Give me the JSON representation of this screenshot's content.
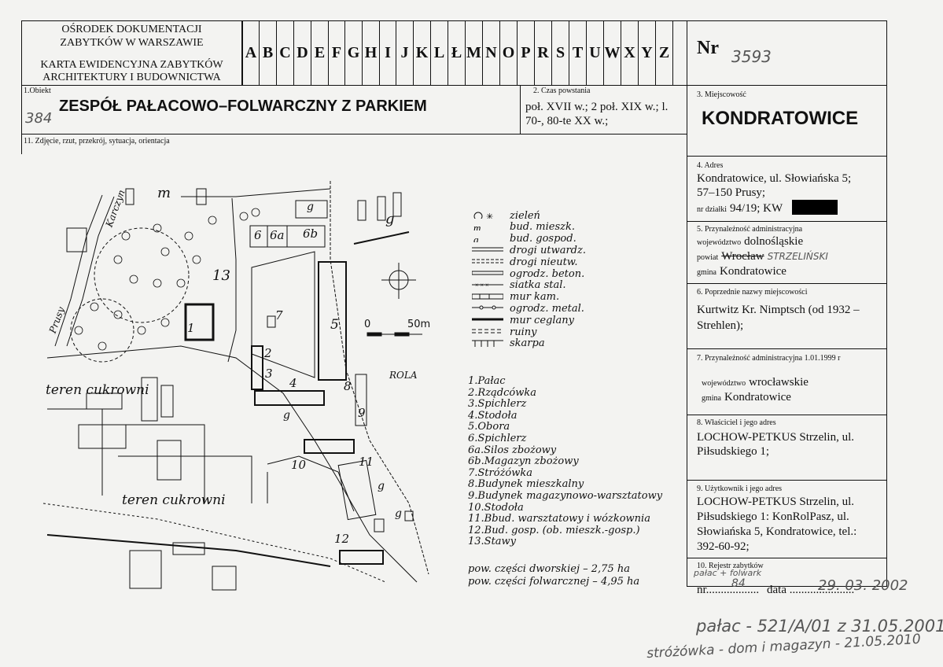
{
  "header": {
    "org": [
      "OŚRODEK DOKUMENTACJI",
      "ZABYTKÓW W WARSZAWIE"
    ],
    "card_title": [
      "KARTA EWIDENCYJNA ZABYTKÓW",
      "ARCHITEKTURY I BUDOWNICTWA"
    ],
    "letters": [
      "A",
      "B",
      "C",
      "D",
      "E",
      "F",
      "G",
      "H",
      "I",
      "J",
      "K",
      "L",
      "Ł",
      "M",
      "N",
      "O",
      "P",
      "R",
      "S",
      "T",
      "U",
      "W",
      "X",
      "Y",
      "Z"
    ],
    "nr_label": "Nr",
    "nr_value": "3593"
  },
  "object": {
    "label": "1.Obiekt",
    "value": "ZESPÓŁ PAŁACOWO–FOLWARCZNY Z PARKIEM",
    "margin_note": "384"
  },
  "time": {
    "label": "2. Czas powstania",
    "value_line1": "poł. XVII w.; 2 poł. XIX w.; l.",
    "value_line2": "70-, 80-te XX w.;"
  },
  "place": {
    "label": "3. Miejscowość",
    "value": "KONDRATOWICE"
  },
  "photo_label": "11. Zdjęcie, rzut, przekrój, sytuacja, orientacja",
  "address": {
    "label": "4. Adres",
    "line1": "Kondratowice, ul. Słowiańska 5;",
    "line2": "57–150 Prusy;",
    "plot_label": "nr działki",
    "plot_value": "94/19; KW"
  },
  "admin": {
    "label": "5. Przynależność administracyjna",
    "voiv_label": "województwo",
    "voiv": "dolnośląskie",
    "powiat_label": "powiat",
    "powiat": "Wrocław",
    "powiat_hand": "STRZELIŃSKI",
    "gmina_label": "gmina",
    "gmina": "Kondratowice"
  },
  "prev_names": {
    "label": "6. Poprzednie nazwy miejscowości",
    "line1": "Kurtwitz Kr. Nimptsch (od 1932 –",
    "line2": "Strehlen);"
  },
  "admin1999": {
    "label": "7. Przynależność administracyjna 1.01.1999 r",
    "voiv_label": "województwo",
    "voiv": "wrocławskie",
    "gmina_label": "gmina",
    "gmina": "Kondratowice"
  },
  "owner": {
    "label": "8. Właściciel i jego adres",
    "line1": "LOCHOW-PETKUS Strzelin, ul.",
    "line2": "Piłsudskiego 1;"
  },
  "user": {
    "label": "9. Użytkownik i jego adres",
    "line1": "LOCHOW-PETKUS Strzelin, ul.",
    "line2": "Piłsudskiego 1: KonRolPasz, ul.",
    "line3": "Słowiańska 5, Kondratowice, tel.:",
    "line4": "392-60-92;"
  },
  "register": {
    "label": "10. Rejestr zabytków",
    "hand_top": "pałac + folwark",
    "nr_text": "nr..................",
    "nr_hand": "84",
    "data_text": "data ......................",
    "data_hand": "29. 03. 2002"
  },
  "bottom_notes": {
    "line1": "pałac - 521/A/01 z 31.05.2001",
    "line2": "stróżówka - dom i magazyn - 21.05.2010"
  },
  "map": {
    "labels": {
      "m": "m",
      "g": "g",
      "park": "13",
      "karczyn": "Karczyn",
      "prusy": "Prusy",
      "teren1": "teren cukrowni",
      "teren2": "teren cukrowni",
      "rola": "ROLA",
      "scale0": "0",
      "scale50": "50m"
    },
    "building_numbers": [
      "1",
      "2",
      "3",
      "4",
      "5",
      "6",
      "6a",
      "6b",
      "7",
      "8",
      "9",
      "10",
      "11",
      "12"
    ]
  },
  "legend": [
    {
      "sym": "tree",
      "text": "zieleń"
    },
    {
      "sym": "m",
      "text": "bud. mieszk."
    },
    {
      "sym": "g",
      "text": "bud. gospod."
    },
    {
      "sym": "solid2",
      "text": "drogi utwardz."
    },
    {
      "sym": "dash2",
      "text": "drogi nieutw."
    },
    {
      "sym": "double",
      "text": "ogrodz. beton."
    },
    {
      "sym": "xline",
      "text": "siatka stal."
    },
    {
      "sym": "brick",
      "text": "mur kam."
    },
    {
      "sym": "oline",
      "text": "ogrodz. metal."
    },
    {
      "sym": "thick",
      "text": "mur ceglany"
    },
    {
      "sym": "dashdouble",
      "text": "ruiny"
    },
    {
      "sym": "comb",
      "text": "skarpa"
    }
  ],
  "building_list": [
    "1.Pałac",
    "2.Rządcówka",
    "3.Spichlerz",
    "4.Stodoła",
    "5.Obora",
    "6.Spichlerz",
    "6a.Silos zbożowy",
    "6b.Magazyn zbożowy",
    "7.Stróżówka",
    "8.Budynek mieszkalny",
    "9.Budynek magazynowo-warsztatowy",
    "10.Stodoła",
    "11.Bbud. warsztatowy i wózkownia",
    "12.Bud. gosp. (ob. mieszk.-gosp.)",
    "13.Stawy"
  ],
  "areas": [
    "pow. części dworskiej – 2,75 ha",
    "pow. części folwarcznej – 4,95 ha"
  ]
}
